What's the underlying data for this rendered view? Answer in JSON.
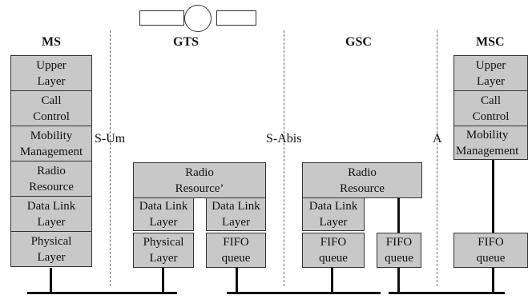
{
  "columns": {
    "ms": "MS",
    "gts": "GTS",
    "gsc": "GSC",
    "msc": "MSC"
  },
  "interfaces": {
    "s_um": "S-Um",
    "s_abis": "S-Abis",
    "a": "A"
  },
  "ms_stack": {
    "upper_layer": "Upper\nLayer",
    "call_control": "Call\nControl",
    "mobility_management": "Mobility\nManagement",
    "radio_resource": "Radio\nResource",
    "data_link_layer": "Data Link\nLayer",
    "physical_layer": "Physical\nLayer"
  },
  "gts_stack": {
    "radio_resource": "Radio\nResource’",
    "data_link_left": "Data Link\nLayer",
    "data_link_right": "Data Link\nLayer",
    "physical_layer": "Physical\nLayer",
    "fifo_queue": "FIFO\nqueue"
  },
  "gsc_stack": {
    "radio_resource": "Radio\nResource",
    "data_link_layer": "Data Link\nLayer",
    "fifo_left": "FIFO\nqueue",
    "fifo_right": "FIFO\nqueue"
  },
  "msc_stack": {
    "upper_layer": "Upper\nLayer",
    "call_control": "Call\nControl",
    "mobility_management": "Mobility\nManagement",
    "fifo_queue": "FIFO\nqueue"
  }
}
